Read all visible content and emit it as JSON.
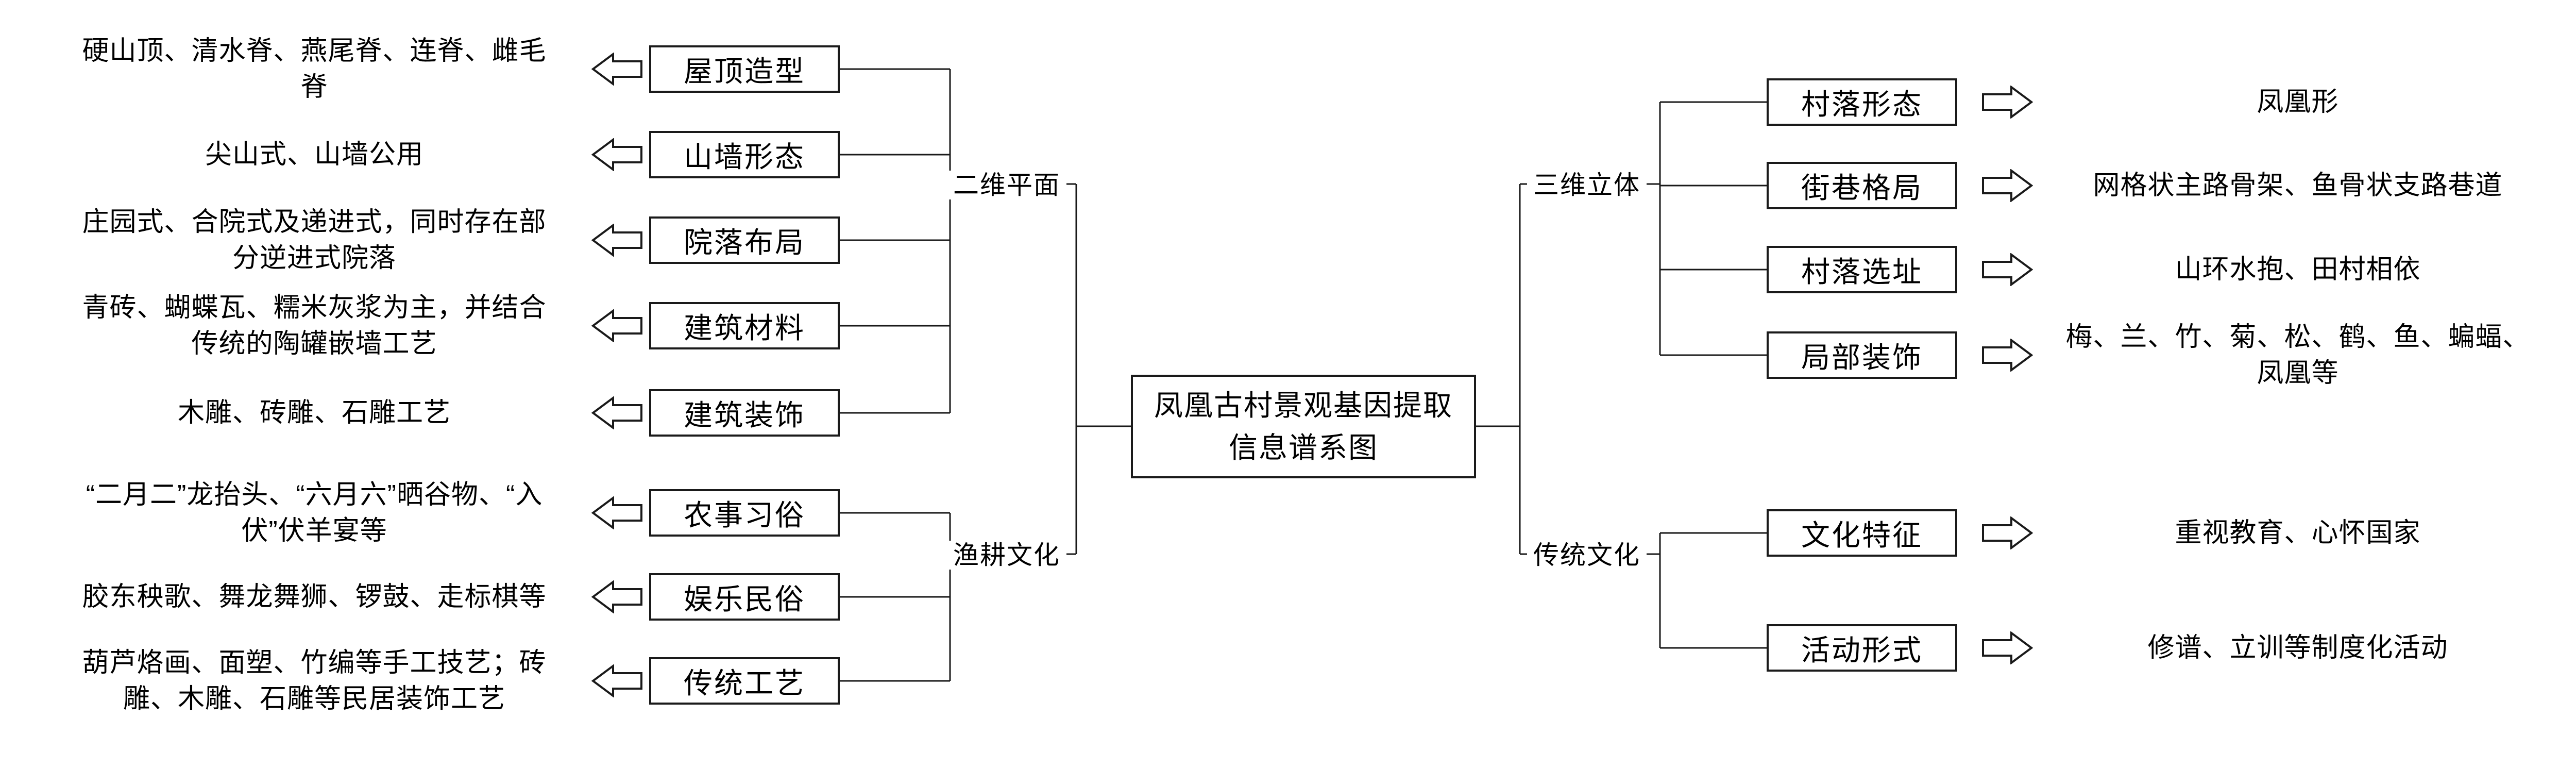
{
  "figure": {
    "center_label": "凤凰古村景观基因提取信息谱系图"
  },
  "left_groups": [
    {
      "label": "二维平面",
      "rows": [
        {
          "box": "屋顶造型",
          "desc": "硬山顶、清水脊、燕尾脊、连脊、雌毛脊"
        },
        {
          "box": "山墙形态",
          "desc": "尖山式、山墙公用"
        },
        {
          "box": "院落布局",
          "desc": "庄园式、合院式及递进式，同时存在部分逆进式院落"
        },
        {
          "box": "建筑材料",
          "desc": "青砖、蝴蝶瓦、糯米灰浆为主，并结合传统的陶罐嵌墙工艺"
        },
        {
          "box": "建筑装饰",
          "desc": "木雕、砖雕、石雕工艺"
        }
      ]
    },
    {
      "label": "渔耕文化",
      "rows": [
        {
          "box": "农事习俗",
          "desc": "“二月二”龙抬头、“六月六”晒谷物、“入伏”伏羊宴等"
        },
        {
          "box": "娱乐民俗",
          "desc": "胶东秧歌、舞龙舞狮、锣鼓、走标棋等"
        },
        {
          "box": "传统工艺",
          "desc": "葫芦烙画、面塑、竹编等手工技艺；砖雕、木雕、石雕等民居装饰工艺"
        }
      ]
    }
  ],
  "right_groups": [
    {
      "label": "三维立体",
      "rows": [
        {
          "box": "村落形态",
          "desc": "凤凰形"
        },
        {
          "box": "街巷格局",
          "desc": "网格状主路骨架、鱼骨状支路巷道"
        },
        {
          "box": "村落选址",
          "desc": "山环水抱、田村相依"
        },
        {
          "box": "局部装饰",
          "desc": "梅、兰、竹、菊、松、鹤、鱼、蝙蝠、凤凰等"
        }
      ]
    },
    {
      "label": "传统文化",
      "rows": [
        {
          "box": "文化特征",
          "desc": "重视教育、心怀国家"
        },
        {
          "box": "活动形式",
          "desc": "修谱、立训等制度化活动"
        }
      ]
    }
  ],
  "colors": {
    "line": "#1a1a1a",
    "text": "#000000",
    "background": "#ffffff"
  }
}
